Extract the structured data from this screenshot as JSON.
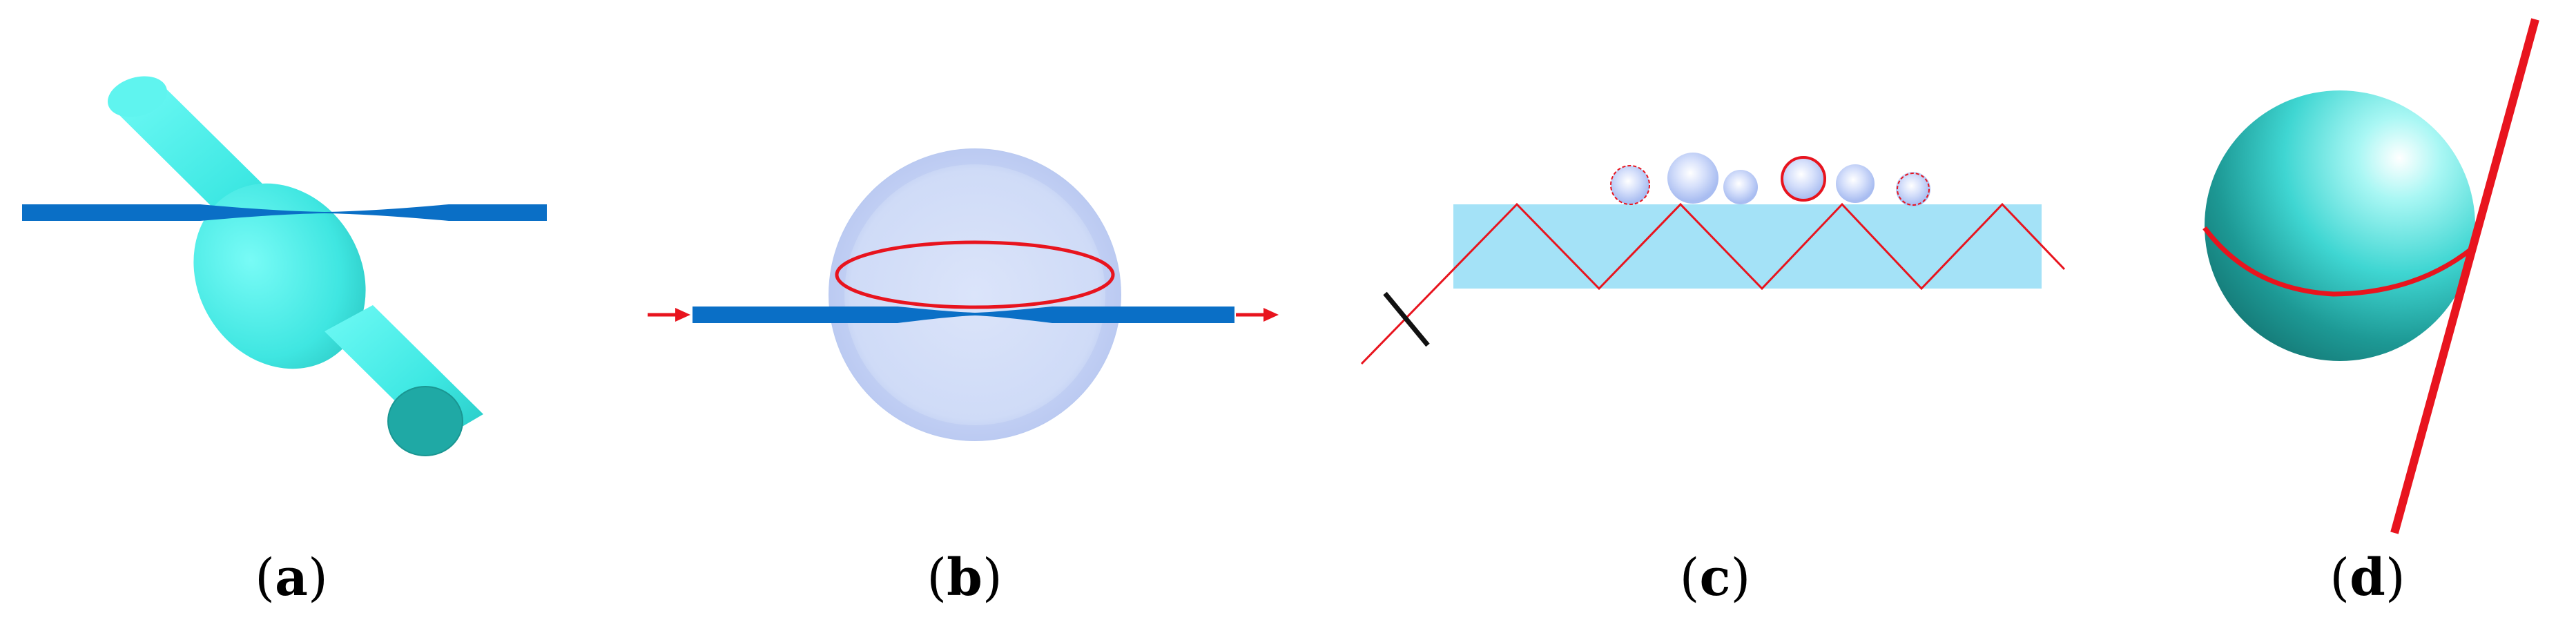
{
  "figure": {
    "panels": [
      {
        "id": "a",
        "label": "a",
        "name": "fiber-microresonator-with-taper"
      },
      {
        "id": "b",
        "label": "b",
        "name": "microsphere-with-tapered-fiber"
      },
      {
        "id": "c",
        "label": "c",
        "name": "prism-waveguide-with-microspheres"
      },
      {
        "id": "d",
        "label": "d",
        "name": "sphere-with-fiber-coupling"
      }
    ],
    "colors": {
      "cyan_light": "#5ff4ef",
      "cyan_mid": "#39e6e2",
      "cyan_dark": "#1fa9a5",
      "fiber_blue": "#0a6fc6",
      "mode_red": "#e8141e",
      "sphere_blue": "#c9d6f5",
      "prism_blue": "#a4e2f7",
      "black": "#111111"
    }
  }
}
